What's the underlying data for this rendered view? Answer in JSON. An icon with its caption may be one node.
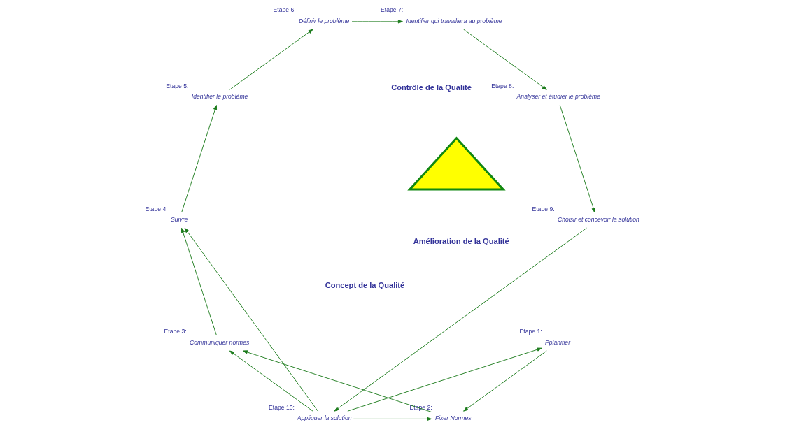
{
  "diagram": {
    "nodes": [
      {
        "text": [
          "Pplanifier"
        ],
        "beside": [
          "Etape 1:"
        ]
      },
      {
        "text": [
          "Fixer Normes"
        ],
        "beside": [
          "Etape 2:"
        ]
      },
      {
        "text": [
          "Communiquer normes"
        ],
        "beside": [
          "Etape 3:"
        ]
      },
      {
        "text": [
          "Suivre"
        ],
        "beside": [
          "Etape 4:"
        ]
      },
      {
        "text": [
          "Identifier le problème"
        ],
        "beside": [
          "Etape 5:"
        ]
      },
      {
        "text": [
          "Définir le problème"
        ],
        "beside": [
          "Etape 6:"
        ]
      },
      {
        "text": [
          "Identifier qui travaillera au problème"
        ],
        "beside": [
          "Etape 7:"
        ]
      },
      {
        "text": [
          "Analyser et étudier le problème"
        ],
        "beside": [
          "Etape 8:"
        ]
      },
      {
        "text": [
          "Choisir et concevoir la solution"
        ],
        "beside": [
          "Etape 9:"
        ]
      },
      {
        "text": [
          "Appliquer la solution"
        ],
        "beside": [
          "Etape 10:"
        ]
      },
      {
        "text": [],
        "shape": "triangle"
      }
    ],
    "edges": [
      {
        "from": 0,
        "to": 1,
        "arrow": "to"
      },
      {
        "from": 1,
        "to": 2,
        "arrow": "to"
      },
      {
        "from": 2,
        "to": 3,
        "arrow": "to"
      },
      {
        "from": 3,
        "to": 4,
        "arrow": "to"
      },
      {
        "from": 4,
        "to": 5,
        "arrow": "to"
      },
      {
        "from": 5,
        "to": 6,
        "arrow": "to"
      },
      {
        "from": 6,
        "to": 7,
        "arrow": "to"
      },
      {
        "from": 7,
        "to": 8,
        "arrow": "to"
      },
      {
        "from": 8,
        "to": 9,
        "arrow": "to"
      },
      {
        "from": 9,
        "to": 0,
        "arrow": "to"
      },
      {
        "from": 9,
        "to": 1,
        "arrow": "to"
      },
      {
        "from": 9,
        "to": 2,
        "arrow": "to"
      },
      {
        "from": 9,
        "to": 3,
        "arrow": "to"
      }
    ],
    "labels": [
      "Concept de la Qualité",
      "Amélioration de la Qualité",
      "Contrôle de la Qualité"
    ]
  }
}
